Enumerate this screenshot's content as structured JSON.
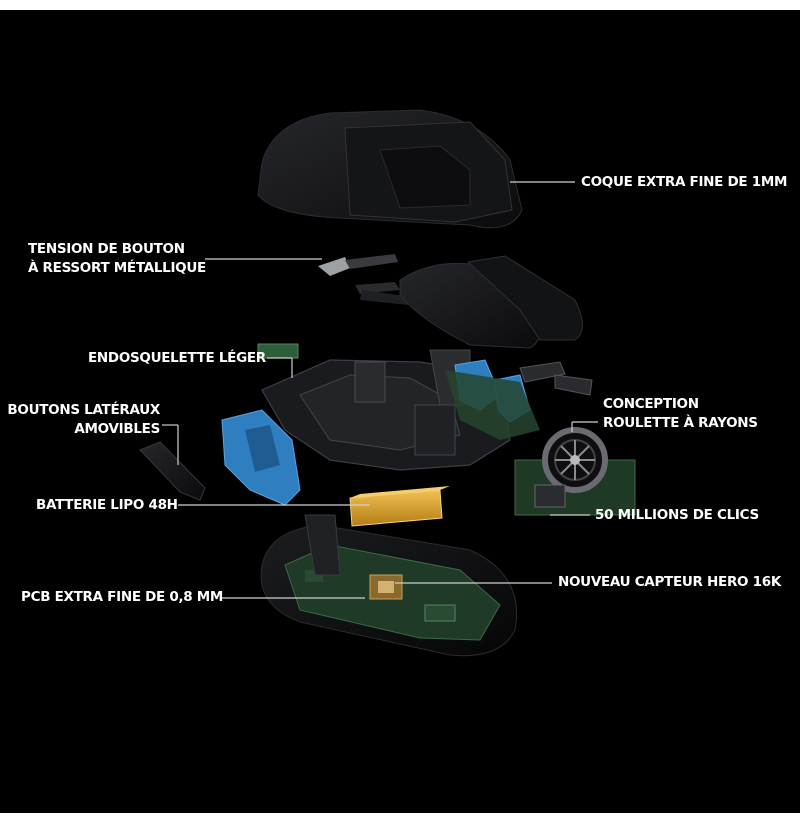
{
  "labels": {
    "shell": "COQUE EXTRA FINE DE 1MM",
    "spring_l1": "TENSION DE BOUTON",
    "spring_l2": "À RESSORT MÉTALLIQUE",
    "endoskeleton": "ENDOSQUELETTE LÉGER",
    "side_l1": "BOUTONS LATÉRAUX",
    "side_l2": "AMOVIBLES",
    "wheel_l1": "CONCEPTION",
    "wheel_l2": "ROULETTE À RAYONS",
    "battery": "BATTERIE LIPO 48H",
    "clicks": "50 MILLIONS DE CLICS",
    "pcb": "PCB EXTRA FINE DE 0,8 MM",
    "sensor": "NOUVEAU CAPTEUR HERO 16K"
  },
  "colors": {
    "background": "#000000",
    "shell": "#101012",
    "blue_parts": "#2f7fc0",
    "pcb_green": "#1f3a26",
    "battery": "#d9a028",
    "callout_line": "#cfcfcf"
  }
}
